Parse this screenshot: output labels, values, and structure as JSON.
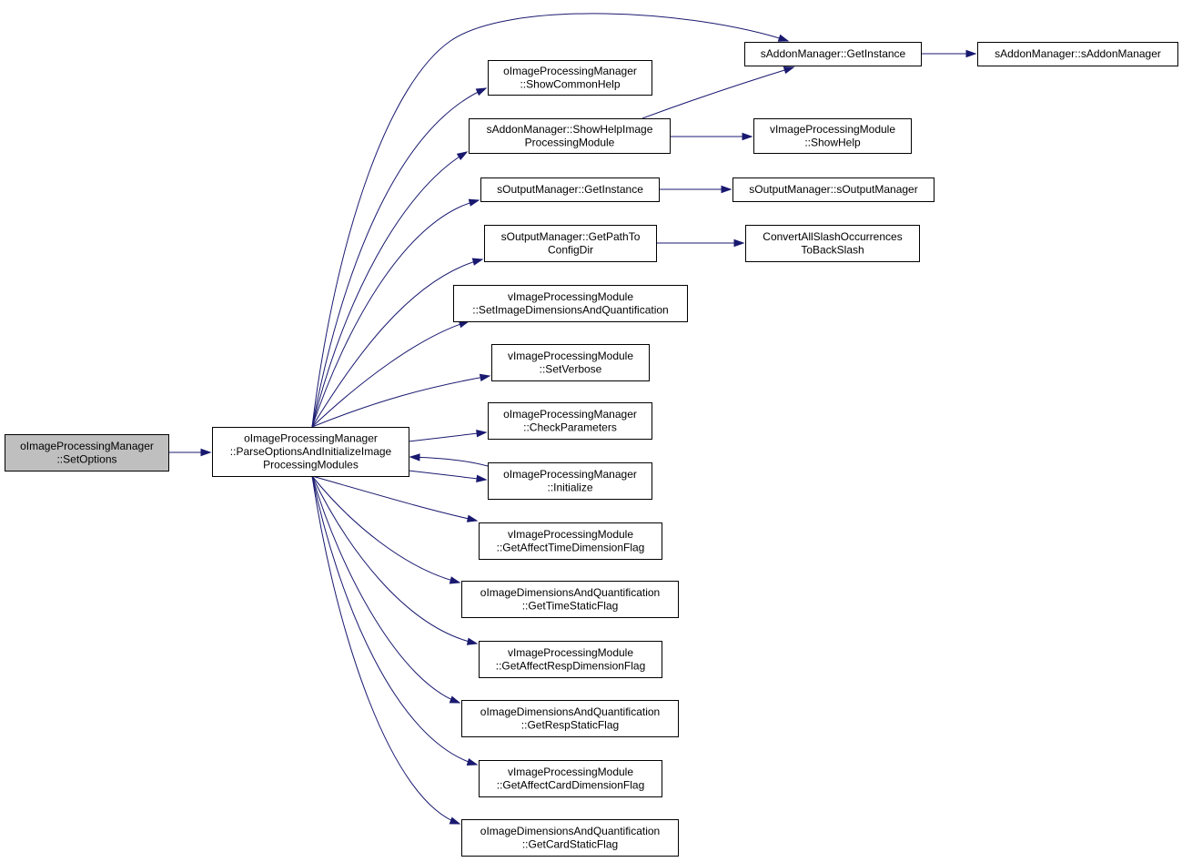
{
  "graph": {
    "edge_color": "#191970",
    "root_fill": "#bfbfbf",
    "nodes": [
      {
        "id": "setoptions",
        "lines": [
          "oImageProcessingManager",
          "::SetOptions"
        ],
        "root": true
      },
      {
        "id": "parseoptions",
        "lines": [
          "oImageProcessingManager",
          "::ParseOptionsAndInitializeImage",
          "ProcessingModules"
        ]
      },
      {
        "id": "addon_getinstance",
        "lines": [
          "sAddonManager::GetInstance"
        ]
      },
      {
        "id": "addon_ctor",
        "lines": [
          "sAddonManager::sAddonManager"
        ]
      },
      {
        "id": "showcommonhelp",
        "lines": [
          "oImageProcessingManager",
          "::ShowCommonHelp"
        ]
      },
      {
        "id": "showhelpimage",
        "lines": [
          "sAddonManager::ShowHelpImage",
          "ProcessingModule"
        ]
      },
      {
        "id": "module_showhelp",
        "lines": [
          "vImageProcessingModule",
          "::ShowHelp"
        ]
      },
      {
        "id": "output_getinstance",
        "lines": [
          "sOutputManager::GetInstance"
        ]
      },
      {
        "id": "output_ctor",
        "lines": [
          "sOutputManager::sOutputManager"
        ]
      },
      {
        "id": "getpathtoconfigdir",
        "lines": [
          "sOutputManager::GetPathTo",
          "ConfigDir"
        ]
      },
      {
        "id": "convertslash",
        "lines": [
          "ConvertAllSlashOccurrences",
          "ToBackSlash"
        ]
      },
      {
        "id": "setimagedims",
        "lines": [
          "vImageProcessingModule",
          "::SetImageDimensionsAndQuantification"
        ]
      },
      {
        "id": "setverbose",
        "lines": [
          "vImageProcessingModule",
          "::SetVerbose"
        ]
      },
      {
        "id": "checkparameters",
        "lines": [
          "oImageProcessingManager",
          "::CheckParameters"
        ]
      },
      {
        "id": "initialize",
        "lines": [
          "oImageProcessingManager",
          "::Initialize"
        ]
      },
      {
        "id": "affecttime",
        "lines": [
          "vImageProcessingModule",
          "::GetAffectTimeDimensionFlag"
        ]
      },
      {
        "id": "timestatic",
        "lines": [
          "oImageDimensionsAndQuantification",
          "::GetTimeStaticFlag"
        ]
      },
      {
        "id": "affectresp",
        "lines": [
          "vImageProcessingModule",
          "::GetAffectRespDimensionFlag"
        ]
      },
      {
        "id": "respstatic",
        "lines": [
          "oImageDimensionsAndQuantification",
          "::GetRespStaticFlag"
        ]
      },
      {
        "id": "affectcard",
        "lines": [
          "vImageProcessingModule",
          "::GetAffectCardDimensionFlag"
        ]
      },
      {
        "id": "cardstatic",
        "lines": [
          "oImageDimensionsAndQuantification",
          "::GetCardStaticFlag"
        ]
      }
    ],
    "edges": [
      {
        "from": "setoptions",
        "to": "parseoptions"
      },
      {
        "from": "parseoptions",
        "to": "addon_getinstance"
      },
      {
        "from": "parseoptions",
        "to": "showcommonhelp"
      },
      {
        "from": "parseoptions",
        "to": "showhelpimage"
      },
      {
        "from": "parseoptions",
        "to": "output_getinstance"
      },
      {
        "from": "parseoptions",
        "to": "getpathtoconfigdir"
      },
      {
        "from": "parseoptions",
        "to": "setimagedims"
      },
      {
        "from": "parseoptions",
        "to": "setverbose"
      },
      {
        "from": "parseoptions",
        "to": "checkparameters"
      },
      {
        "from": "parseoptions",
        "to": "initialize"
      },
      {
        "from": "parseoptions",
        "to": "affecttime"
      },
      {
        "from": "parseoptions",
        "to": "timestatic"
      },
      {
        "from": "parseoptions",
        "to": "affectresp"
      },
      {
        "from": "parseoptions",
        "to": "respstatic"
      },
      {
        "from": "parseoptions",
        "to": "affectcard"
      },
      {
        "from": "parseoptions",
        "to": "cardstatic"
      },
      {
        "from": "addon_getinstance",
        "to": "addon_ctor"
      },
      {
        "from": "showhelpimage",
        "to": "addon_getinstance"
      },
      {
        "from": "showhelpimage",
        "to": "module_showhelp"
      },
      {
        "from": "output_getinstance",
        "to": "output_ctor"
      },
      {
        "from": "getpathtoconfigdir",
        "to": "convertslash"
      },
      {
        "from": "initialize",
        "to": "parseoptions"
      }
    ]
  }
}
